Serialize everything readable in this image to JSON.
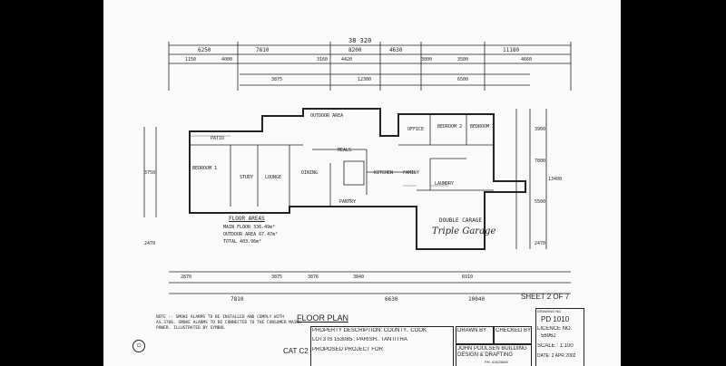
{
  "dimensions": {
    "overall_top": "38 320",
    "top_row1": [
      "6250",
      "7810",
      "8200",
      "4630",
      "11180"
    ],
    "top_row2": [
      "1150",
      "4000",
      "3160",
      "4420",
      "3000",
      "3500",
      "4660"
    ],
    "top_row3": [
      "3875",
      "12300",
      "6500"
    ],
    "bottom_row1": [
      "2870",
      "3875",
      "3876",
      "3840",
      "6910"
    ],
    "bottom_row2": [
      "7810",
      "6630",
      "10040"
    ],
    "right_side": [
      "3900",
      "7800",
      "13400",
      "5500",
      "2470"
    ],
    "left_side": [
      "3750",
      "2470"
    ]
  },
  "rooms": {
    "outdoor": "OUTDOOR AREA",
    "office": "OFFICE",
    "bedroom2": "BEDROOM 2",
    "bedroom3": "BEDROOM 3",
    "patio": "PATIO",
    "bedroom1": "BEDROOM 1",
    "study": "STUDY",
    "lounge": "LOUNGE",
    "dining": "DINING",
    "kitchen": "KITCHEN",
    "family": "FAMILY",
    "meals": "MEALS",
    "pantry": "PANTRY",
    "laundry": "LAUNDRY",
    "garage": "DOUBLE CARAGE",
    "garage_hand": "Triple Garage"
  },
  "floor_areas": {
    "title": "FLOOR AREAS",
    "main": "MAIN FLOOR 336.49m²",
    "outdoor": "OUTDOOR AREA 67.47m²",
    "total": "TOTAL 403.96m²"
  },
  "note": "NOTE :- SMOKE ALARMS TO BE INSTALLED AND COMPLY WITH AS.3786. SMOKE ALARMS TO BE CONNECTED TO THE CONSUMER MAINS POWER. ILLUSTRATED BY SYMBOL",
  "plan_title": "FLOOR PLAN",
  "cat": "CAT C2",
  "sheet_label": "SHEET 2 OF 7",
  "title_block": {
    "property_description": "PROPERTY DESCRIPTION: COUNTY.. COOK",
    "lot": "LOT3 IS 153085 : PARISH.. TANTITHA",
    "proposed": "PROPOSED PROJECT FOR",
    "drawn_by": "DRAWN BY",
    "checked_by": "CHECKED BY",
    "drawing_no_label": "DRAWING NO",
    "drawing_no": "PD 1010",
    "licence_no_label": "LICENCE NO.",
    "licence_no": "56962",
    "scale": "SCALE : 1:100",
    "date": "DATE: 2 APR 2002",
    "firm": "JOHN POULSEN BUILDING DESIGN & DRAFTING",
    "ph": "PH. 41523648"
  }
}
